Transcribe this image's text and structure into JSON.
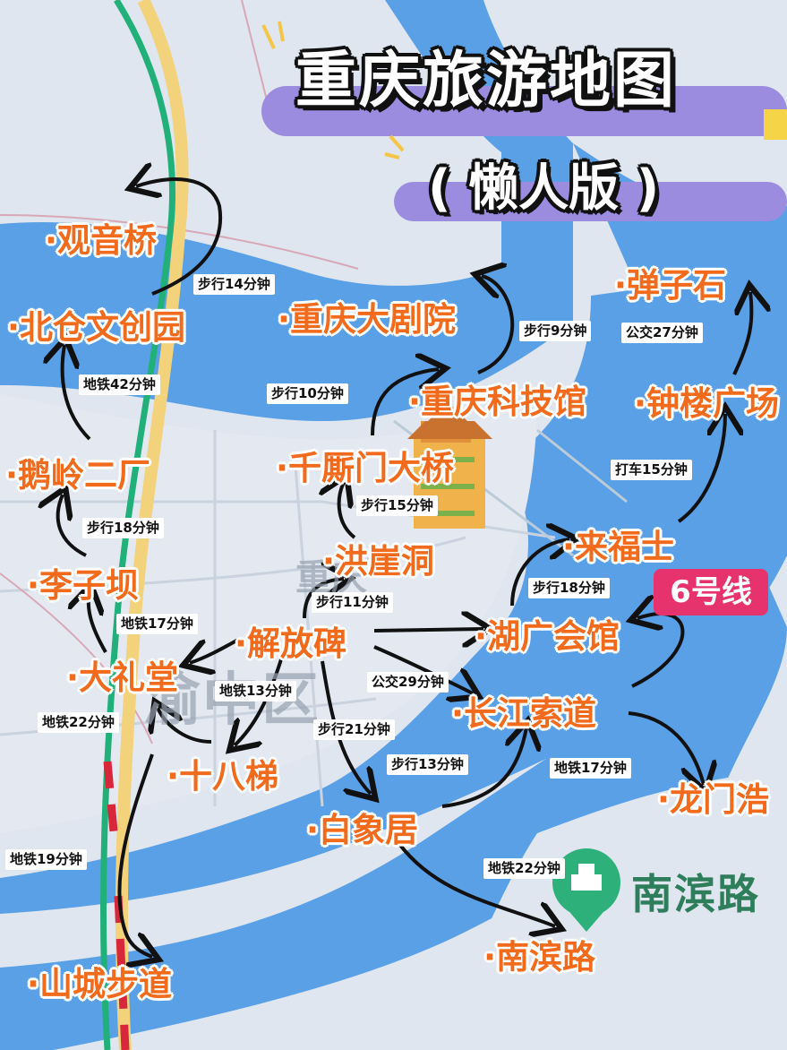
{
  "title": "重庆旅游地图",
  "subtitle": "( 懒人版 )",
  "map_labels": {
    "line6": "6号线",
    "nanbin_poi": "南滨路",
    "yuzhong": "渝中区",
    "chongqing": "重庆"
  },
  "places": {
    "guanyinqiao": "·观音桥",
    "beicang": "·北仓文创园",
    "eling": "·鹅岭二厂",
    "liziba": "·李子坝",
    "dalitang": "·大礼堂",
    "shibati": "·十八梯",
    "shanchengbudao": "·山城步道",
    "jiefangbei": "·解放碑",
    "hongyadong": "·洪崖洞",
    "qiansimen": "·千厮门大桥",
    "kejiguan": "·重庆科技馆",
    "dajuyuan": "·重庆大剧院",
    "tanzishi": "·弹子石",
    "zhonglou": "·钟楼广场",
    "laifushi": "·来福士",
    "huguang": "·湖广会馆",
    "suodao": "·长江索道",
    "longmenhao": "·龙门浩",
    "baixiangju": "·白象居",
    "nanbinlu": "·南滨路"
  },
  "routes": {
    "r1": "步行14分钟",
    "r2": "地铁42分钟",
    "r3": "步行18分钟",
    "r4": "地铁17分钟",
    "r5": "地铁13分钟",
    "r6": "地铁22分钟",
    "r7": "地铁19分钟",
    "r8": "步行11分钟",
    "r9": "步行15分钟",
    "r10": "步行10分钟",
    "r11": "步行9分钟",
    "r12": "公交27分钟",
    "r13": "打车15分钟",
    "r14": "步行18分钟",
    "r15": "公交29分钟",
    "r16": "步行21分钟",
    "r17": "步行13分钟",
    "r18": "地铁17分钟",
    "r19": "地铁22分钟"
  },
  "colors": {
    "river": "#5aa0e6",
    "land": "#dfe6ef",
    "place_text": "#f26a1b",
    "arrow": "#111111",
    "title_band": "#9b8ce0",
    "metro_green": "#22b07a",
    "road_yellow": "#f2d27a",
    "line6": "#e6336e"
  }
}
